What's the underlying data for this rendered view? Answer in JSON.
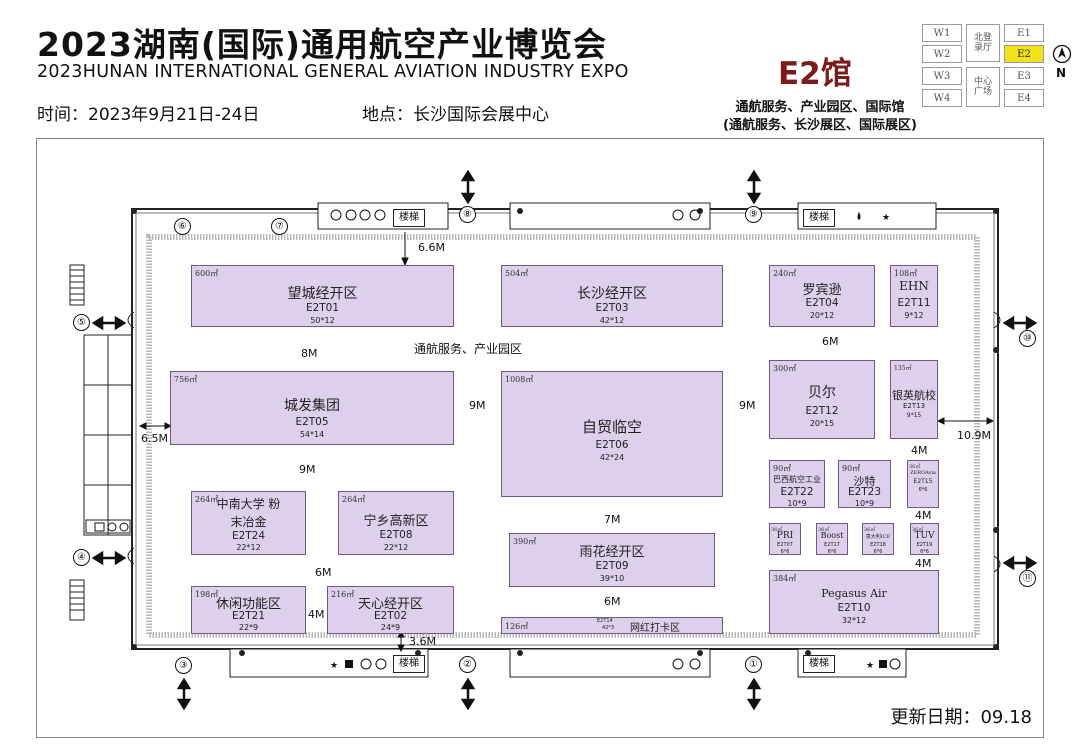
{
  "header": {
    "title_cn": "2023湖南(国际)通用航空产业博览会",
    "title_en": "2023HUNAN INTERNATIONAL GENERAL AVIATION INDUSTRY EXPO",
    "time": "时间：2023年9月21日-24日",
    "place": "地点：长沙国际会展中心",
    "hall": "E2馆",
    "hall_sub1": "通航服务、产业园区、国际馆",
    "hall_sub2": "(通航服务、长沙展区、国际展区)"
  },
  "minimap": {
    "cells": [
      "W1",
      "W2",
      "W3",
      "W4",
      "北登录厅",
      "中心广场",
      "E1",
      "E2",
      "E3",
      "E4"
    ],
    "active": "E2",
    "north": "N"
  },
  "zone_label": "通航服务、产业园区",
  "booths": [
    {
      "area": "600㎡",
      "name": "望城经开区",
      "id": "E2T01",
      "size": "50*12"
    },
    {
      "area": "504㎡",
      "name": "长沙经开区",
      "id": "E2T03",
      "size": "42*12"
    },
    {
      "area": "240㎡",
      "name": "罗宾逊",
      "id": "E2T04",
      "size": "20*12"
    },
    {
      "area": "108㎡",
      "name": "EHN",
      "id": "E2T11",
      "size": "9*12"
    },
    {
      "area": "756㎡",
      "name": "城发集团",
      "id": "E2T05",
      "size": "54*14"
    },
    {
      "area": "1008㎡",
      "name": "自贸临空",
      "id": "E2T06",
      "size": "42*24"
    },
    {
      "area": "300㎡",
      "name": "贝尔",
      "id": "E2T12",
      "size": "20*15"
    },
    {
      "area": "135㎡",
      "name": "银英航校",
      "id": "E2T13",
      "size": "9*15"
    },
    {
      "area": "90㎡",
      "name": "巴西航空工业",
      "id": "E2T22",
      "size": "10*9"
    },
    {
      "area": "90㎡",
      "name": "沙特",
      "id": "E2T23",
      "size": "10*9"
    },
    {
      "area": "36㎡",
      "name": "ZEROAvia",
      "id": "E2T15",
      "size": "6*6"
    },
    {
      "area": "264㎡",
      "name": "中南大学 粉末冶金",
      "id": "E2T24",
      "size": "22*12"
    },
    {
      "area": "264㎡",
      "name": "宁乡高新区",
      "id": "E2T08",
      "size": "22*12"
    },
    {
      "area": "390㎡",
      "name": "雨花经开区",
      "id": "E2T09",
      "size": "39*10"
    },
    {
      "area": "36㎡",
      "name": "PRI",
      "id": "E2T07",
      "size": "6*6"
    },
    {
      "area": "36㎡",
      "name": "Boost",
      "id": "E2T17",
      "size": "6*6"
    },
    {
      "area": "36㎡",
      "name": "意大利ICE",
      "id": "E2T18",
      "size": "6*6"
    },
    {
      "area": "36㎡",
      "name": "TUV",
      "id": "E2T19",
      "size": "6*6"
    },
    {
      "area": "198㎡",
      "name": "休闲功能区",
      "id": "E2T21",
      "size": "22*9"
    },
    {
      "area": "216㎡",
      "name": "天心经开区",
      "id": "E2T02",
      "size": "24*9"
    },
    {
      "area": "384㎡",
      "name": "Pegasus Air",
      "id": "E2T10",
      "size": "32*12"
    },
    {
      "area": "126㎡",
      "name": "网红打卡区",
      "id": "E2T14",
      "size": "42*3"
    }
  ],
  "aisles": [
    "6.6M",
    "8M",
    "9M",
    "9M",
    "9M",
    "6M",
    "7M",
    "6M",
    "6M",
    "4M",
    "4M",
    "4M",
    "4M",
    "6.5M",
    "10.9M",
    "3.6M"
  ],
  "gates": [
    "①",
    "②",
    "③",
    "④",
    "⑤",
    "⑥",
    "⑦",
    "⑧",
    "⑨",
    "⑩",
    "⑪"
  ],
  "stairs": "楼梯",
  "updated": "更新日期：09.18",
  "colors": {
    "booth_fill": "#ddd0ec",
    "booth_border": "#6e5a84",
    "hall_title": "#7b1c1c",
    "active_cell": "#f3e11a"
  }
}
